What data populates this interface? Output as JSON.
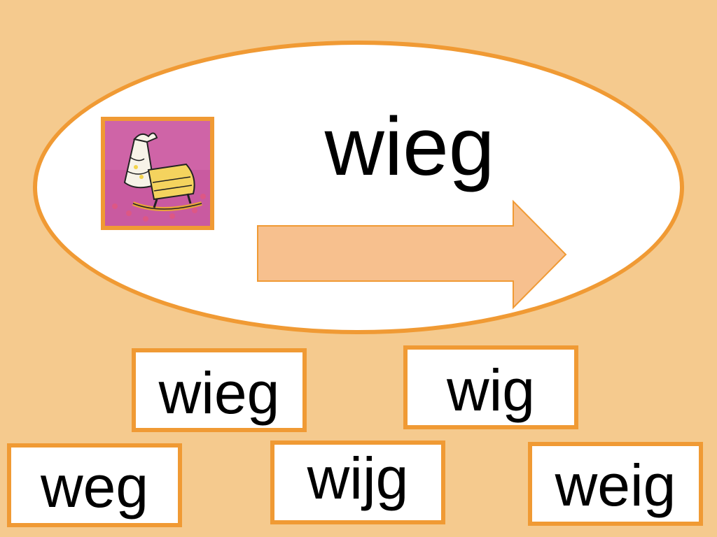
{
  "card": {
    "picture_icon": "cradle-icon",
    "target_word": "wieg",
    "arrow_icon": "right-arrow-icon"
  },
  "choices": [
    {
      "label": "wieg"
    },
    {
      "label": "wig"
    },
    {
      "label": "weg"
    },
    {
      "label": "wijg"
    },
    {
      "label": "weig"
    }
  ],
  "colors": {
    "background": "#f5ca8e",
    "border_accent": "#f09a34",
    "arrow_fill": "#f7c08e",
    "card": "#ffffff"
  }
}
